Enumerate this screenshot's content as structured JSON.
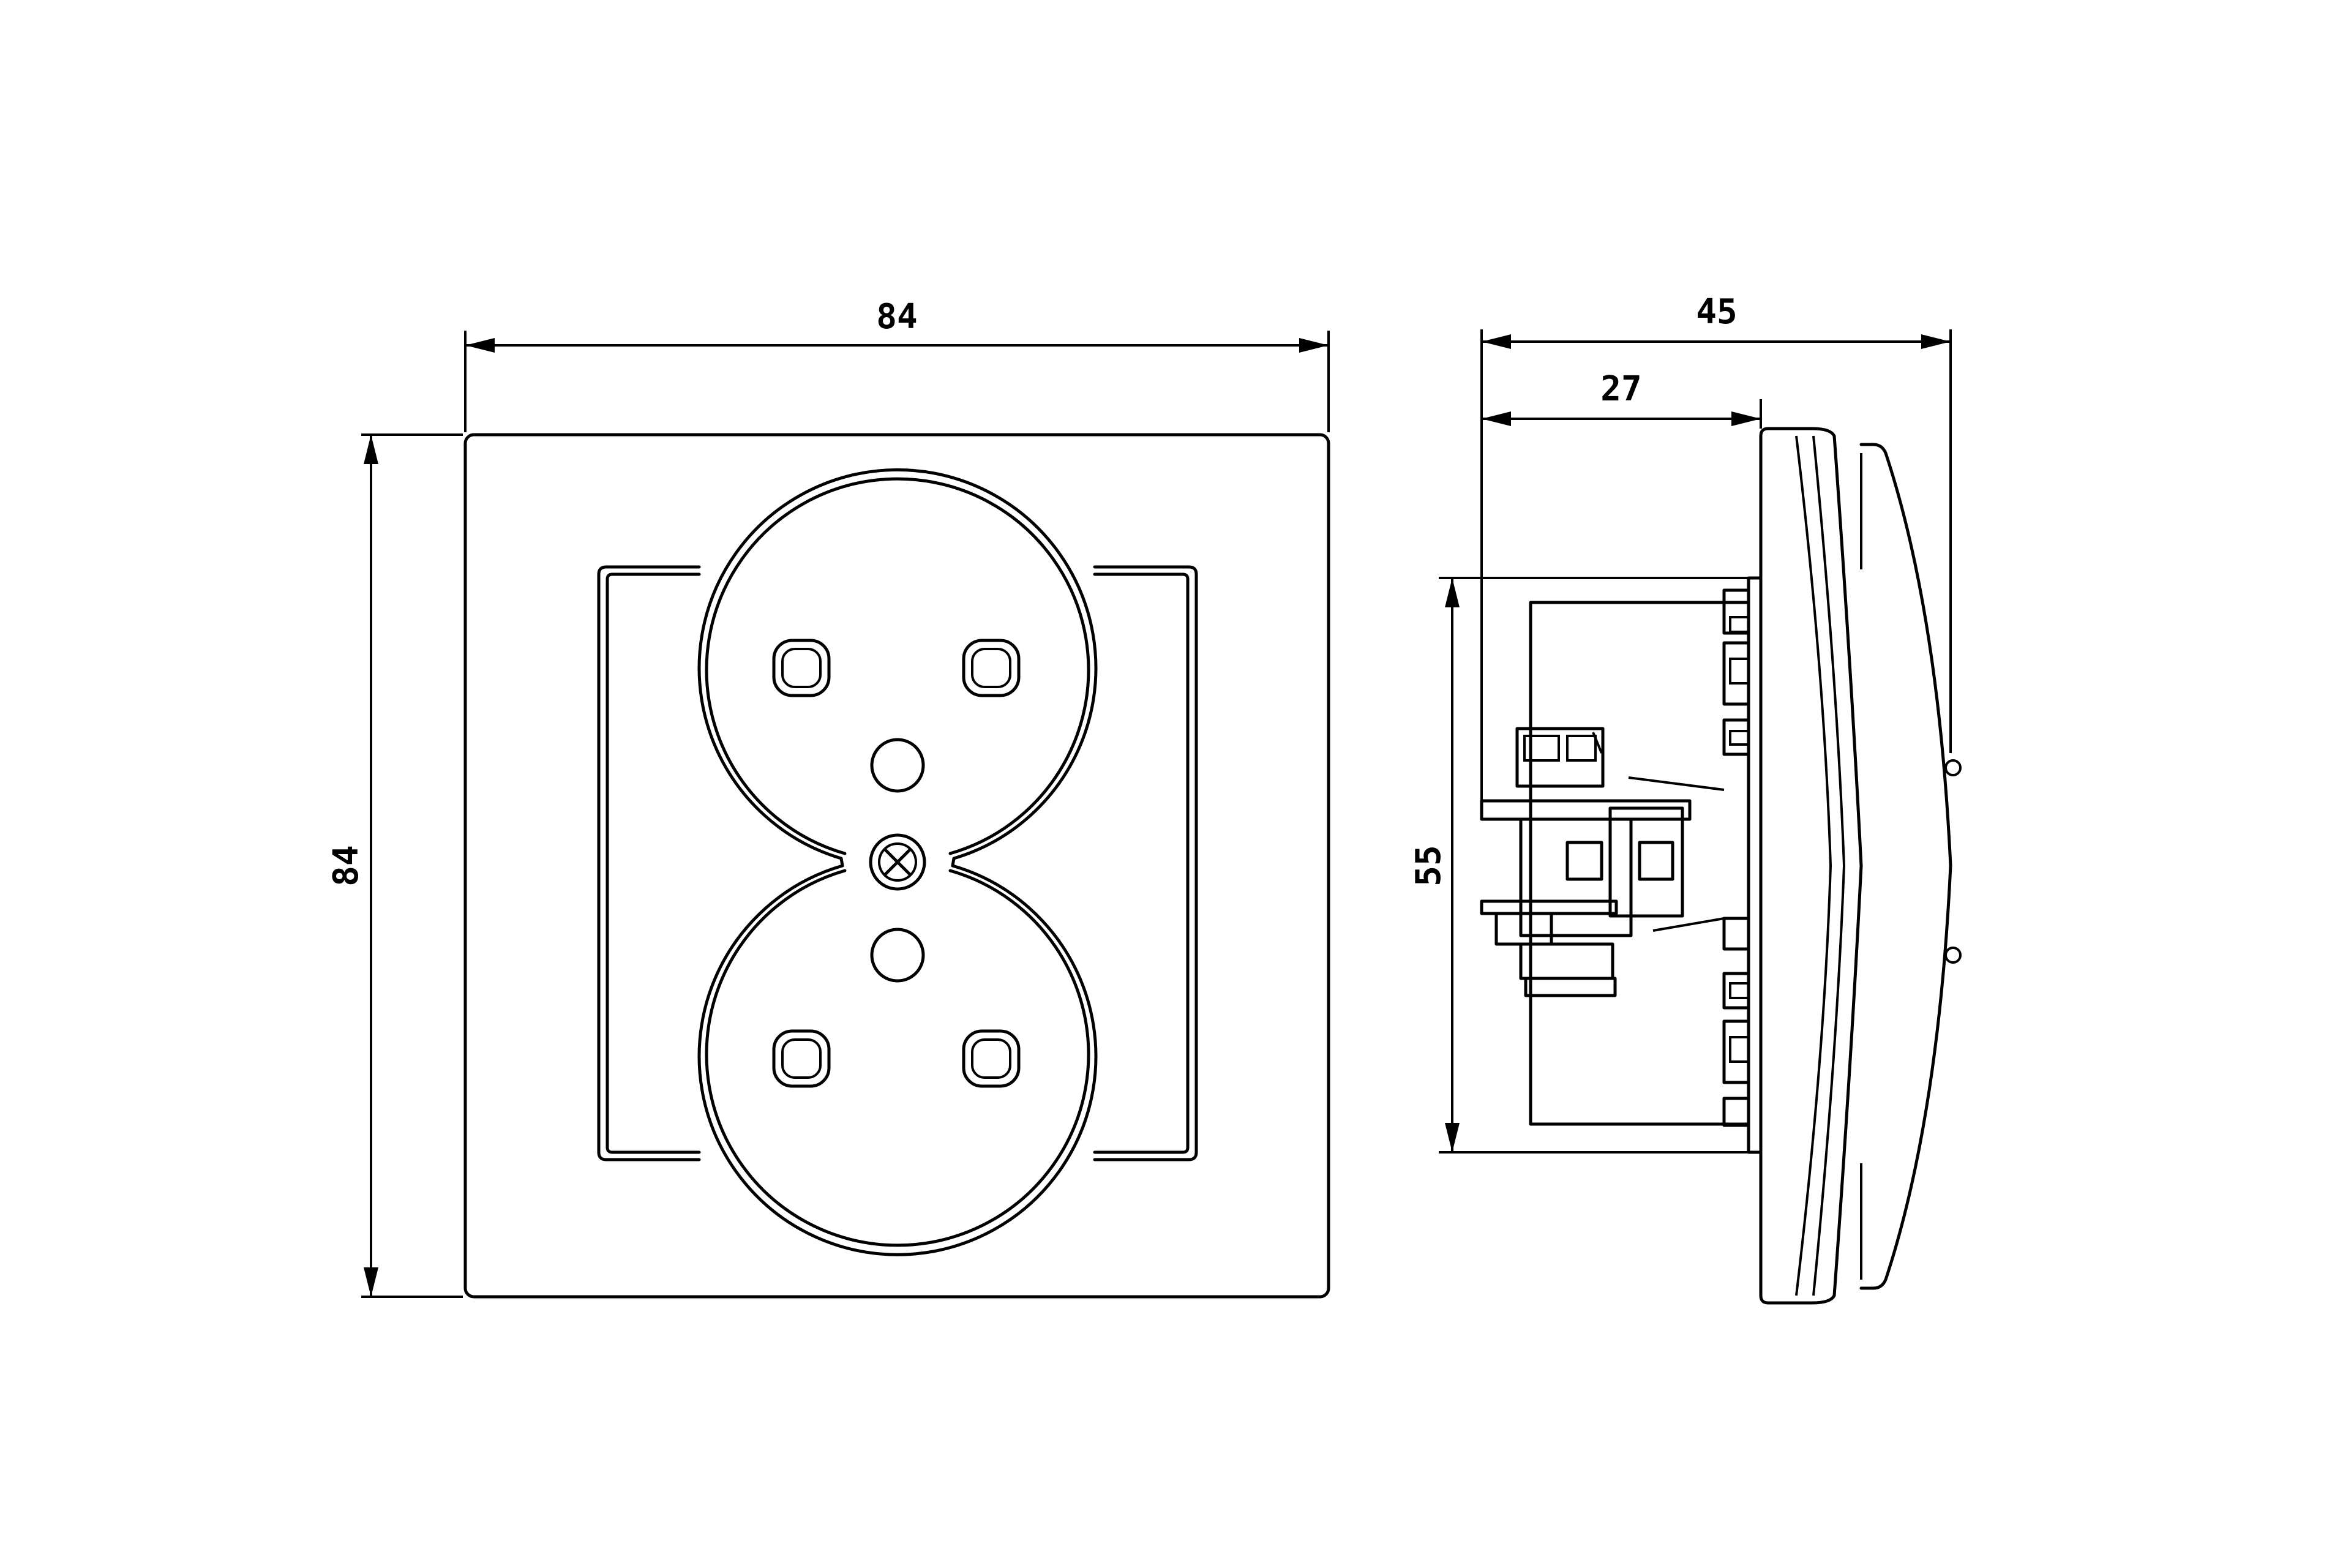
{
  "drawing": {
    "dimensions": {
      "front_width": "84",
      "front_height": "84",
      "side_depth_total": "45",
      "side_depth_body": "27",
      "side_height_body": "55"
    }
  }
}
